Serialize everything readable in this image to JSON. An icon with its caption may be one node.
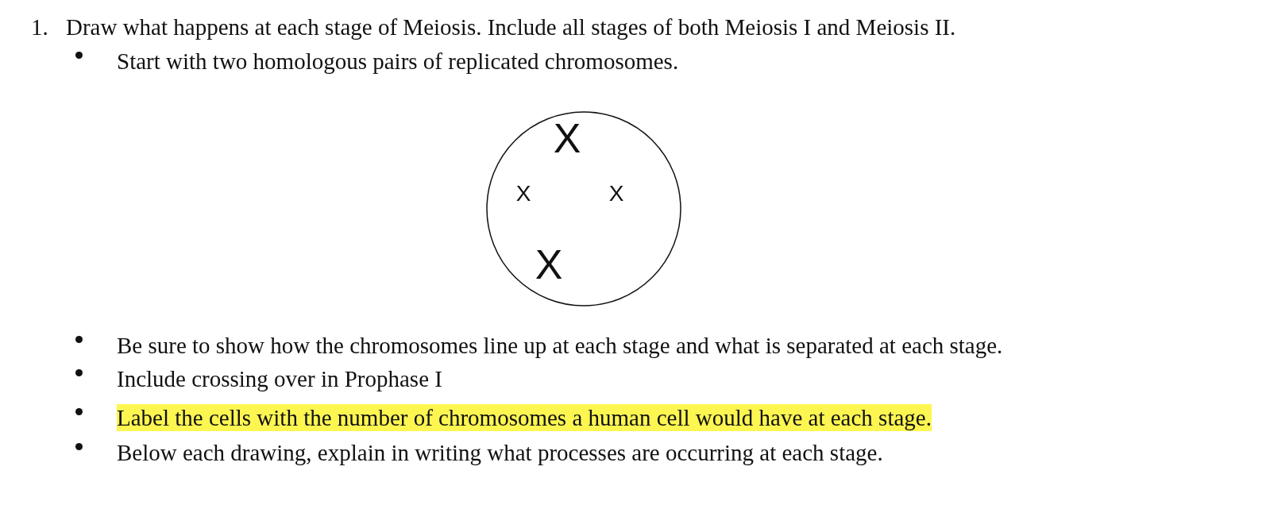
{
  "diagram": {
    "nodes": [
      {
        "text": [
          "X",
          "X",
          "X",
          "X"
        ]
      }
    ],
    "labels": [
      "1.",
      "Draw what happens at each stage of Meiosis.  Include all stages of both Meiosis I and Meiosis II.",
      "Start with two homologous pairs of replicated chromosomes.",
      "Be sure to show how the chromosomes line up at each stage and what is separated at each stage.",
      "Include crossing over in Prophase I",
      "Label the cells with the number of chromosomes a human cell would have at each stage.",
      "Below each drawing, explain in writing what processes are occurring at each stage."
    ]
  }
}
